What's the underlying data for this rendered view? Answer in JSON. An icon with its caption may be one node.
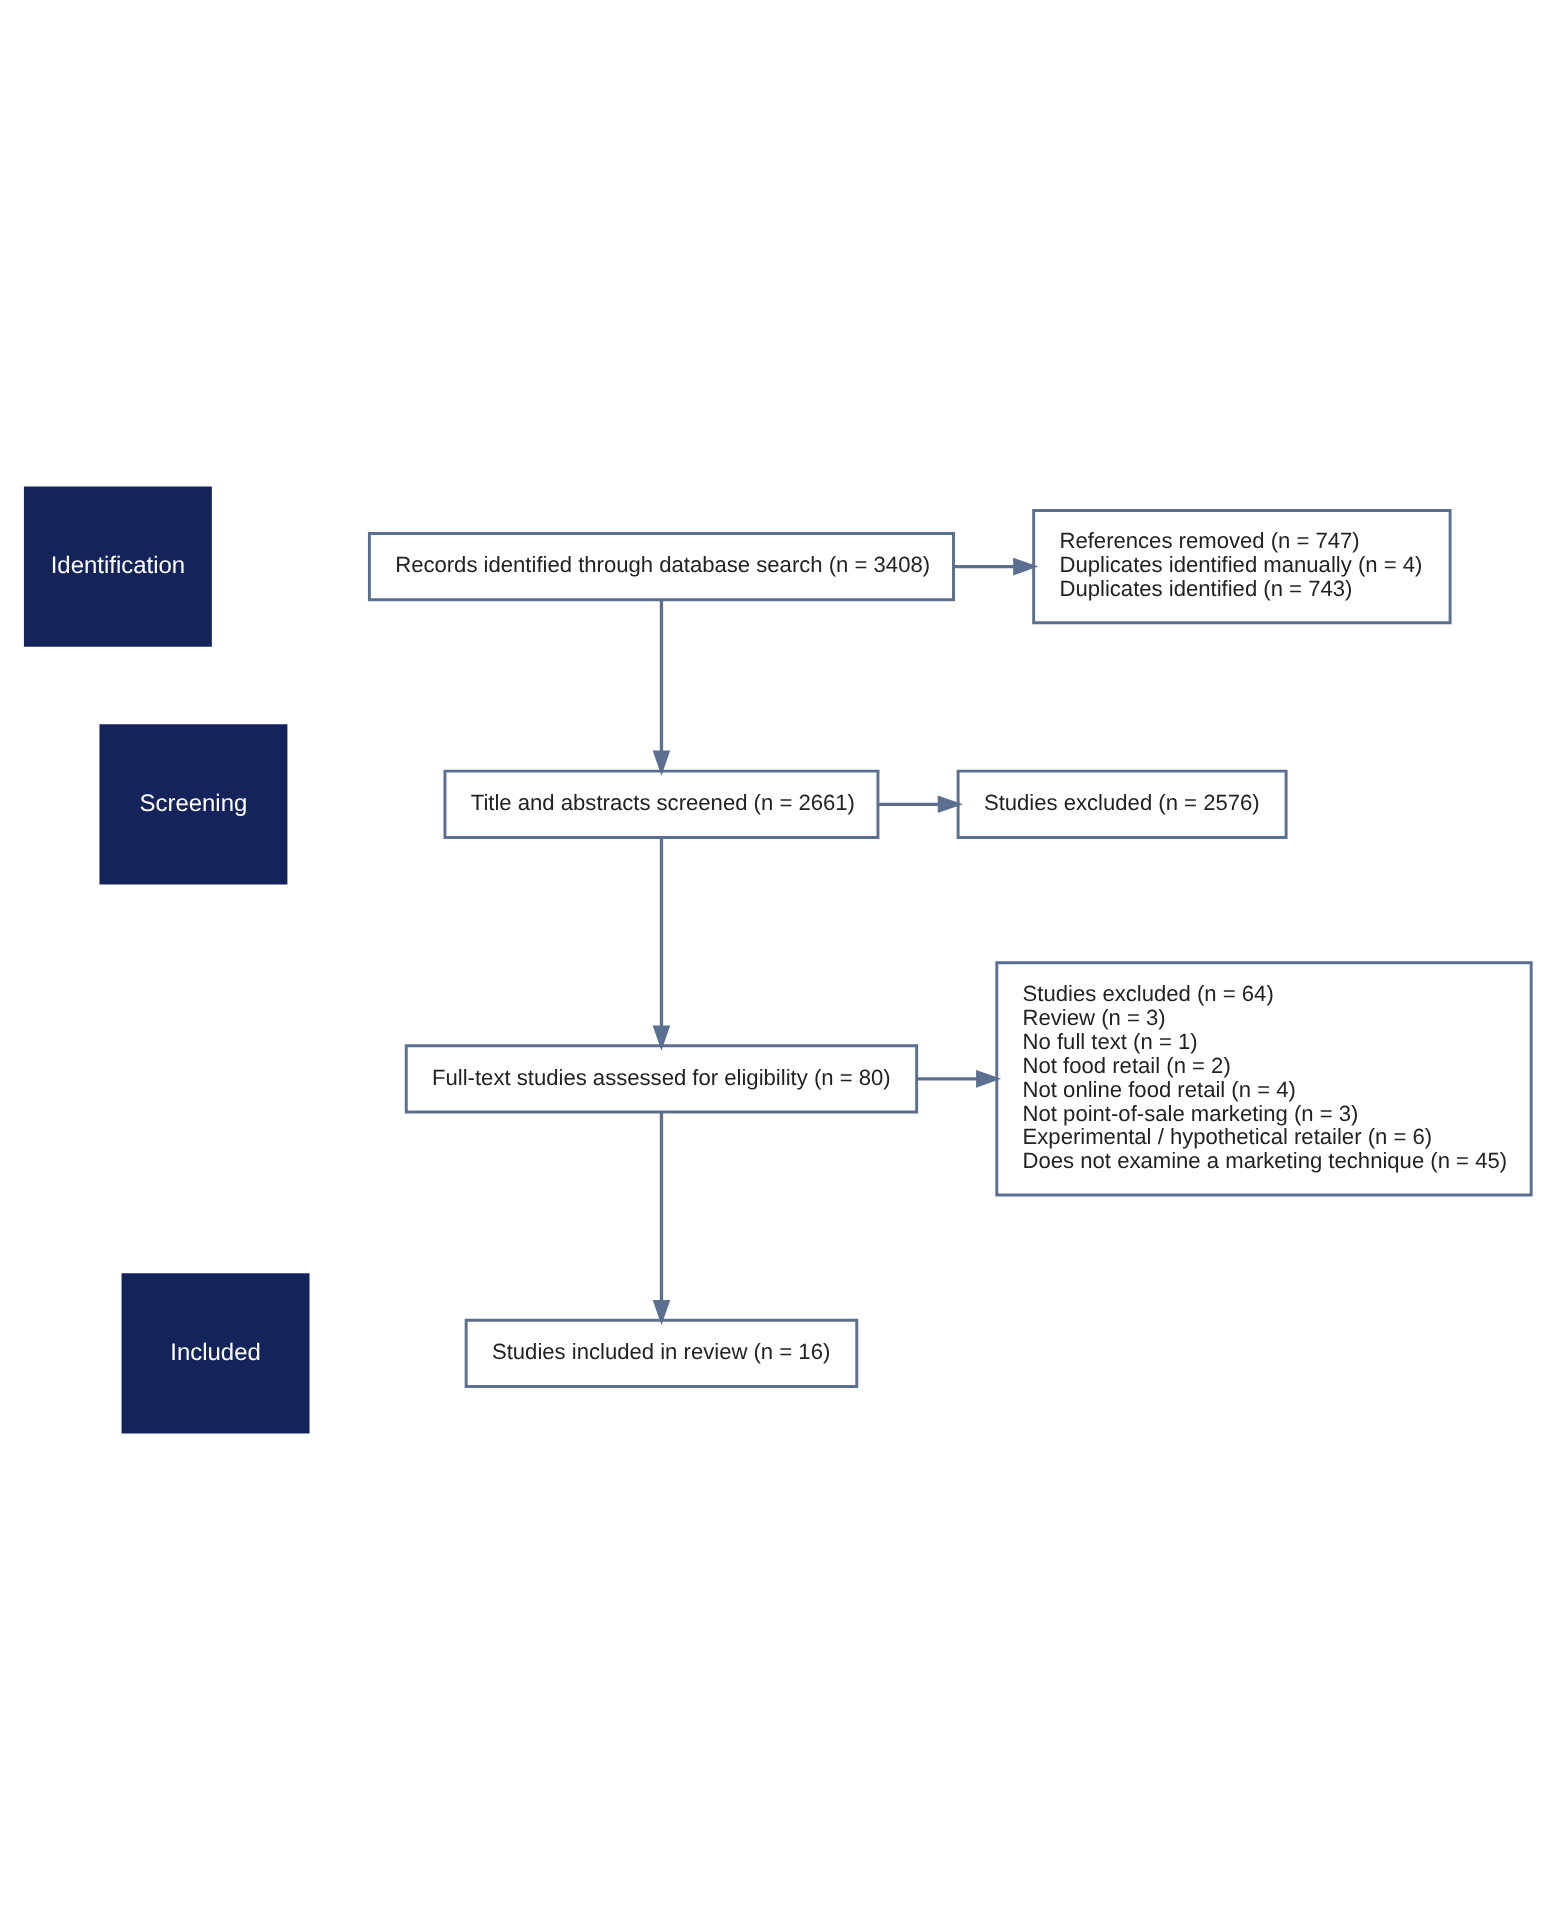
{
  "diagram": {
    "nodes": [
      {
        "text": [
          "Identification"
        ]
      },
      {
        "text": [
          "Records identified through database search (n = 3408)"
        ]
      },
      {
        "text": [
          "References removed (n = 747)",
          "Duplicates identified manually (n = 4)",
          "Duplicates identified (n = 743)"
        ]
      },
      {
        "text": [
          "Screening"
        ]
      },
      {
        "text": [
          "Title and abstracts screened (n = 2661)"
        ]
      },
      {
        "text": [
          "Studies excluded (n = 2576)"
        ]
      },
      {
        "text": [
          "Full-text studies assessed for eligibility (n = 80)"
        ]
      },
      {
        "text": [
          "Studies excluded (n = 64)",
          "Review (n = 3)",
          "No full text (n = 1)",
          "Not food retail (n = 2)",
          "Not online food retail (n = 4)",
          "Not point-of-sale marketing (n = 3)",
          "Experimental / hypothetical retailer (n = 6)",
          "Does not examine a marketing technique (n = 45)"
        ]
      },
      {
        "text": [
          "Included"
        ]
      },
      {
        "text": [
          "Studies included in review (n = 16)"
        ]
      }
    ],
    "edges": [
      {
        "from": 1,
        "to": 4,
        "arrow": "to"
      },
      {
        "from": 1,
        "to": 2,
        "arrow": "to"
      },
      {
        "from": 4,
        "to": 5,
        "arrow": "to"
      },
      {
        "from": 4,
        "to": 6,
        "arrow": "to"
      },
      {
        "from": 6,
        "to": 7,
        "arrow": "to"
      },
      {
        "from": 6,
        "to": 9,
        "arrow": "to"
      }
    ]
  }
}
